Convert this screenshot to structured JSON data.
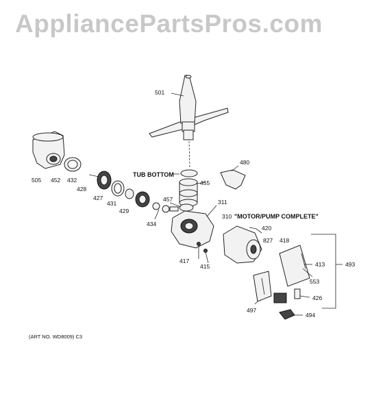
{
  "watermark": "AppliancePartsPros.com",
  "labels": {
    "p501": "501",
    "p505": "505",
    "p452": "452",
    "p432": "432",
    "p428": "428",
    "p427": "427",
    "p431": "431",
    "p429": "429",
    "p434": "434",
    "p457": "457",
    "p455": "455",
    "p480": "480",
    "p311": "311",
    "p310": "310",
    "motor_pump": "\"MOTOR/PUMP COMPLETE\"",
    "tub_bottom": "TUB BOTTOM",
    "p420": "420",
    "p827": "827",
    "p418": "418",
    "p413": "413",
    "p553": "553",
    "p493": "493",
    "p417": "417",
    "p415": "415",
    "p497": "497",
    "p426": "426",
    "p494": "494",
    "art_no": "(ART NO. WD8009) C3"
  }
}
